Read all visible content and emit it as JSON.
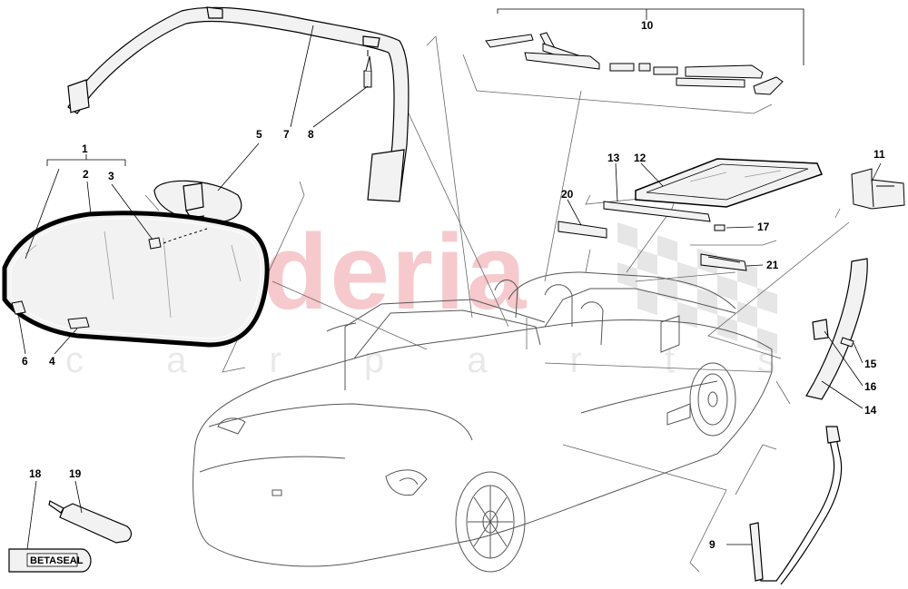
{
  "watermark": {
    "main": "scuderia",
    "sub": "c a r p a r t s"
  },
  "tube_label": "BETASEAL",
  "callouts": {
    "c1": "1",
    "c2": "2",
    "c3": "3",
    "c4": "4",
    "c5": "5",
    "c6": "6",
    "c7": "7",
    "c8": "8",
    "c9": "9",
    "c10": "10",
    "c11": "11",
    "c12": "12",
    "c13": "13",
    "c14": "14",
    "c15": "15",
    "c16": "16",
    "c17": "17",
    "c18": "18",
    "c19": "19",
    "c20": "20",
    "c21": "21"
  },
  "colors": {
    "line": "#000000",
    "car_line": "#555555",
    "watermark": "#f6c9cd"
  }
}
